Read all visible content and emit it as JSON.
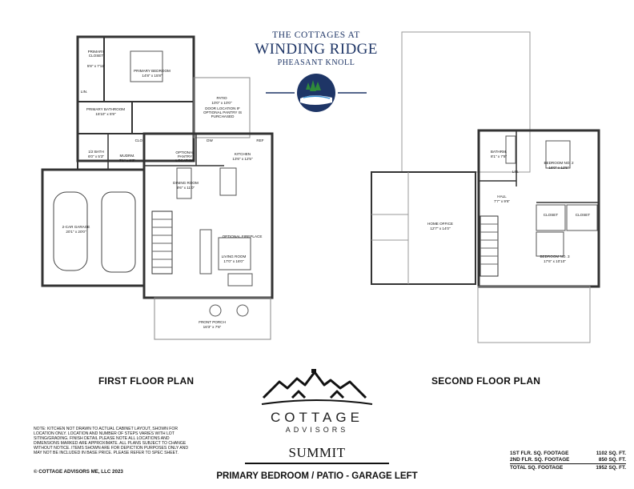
{
  "header": {
    "line1": "THE COTTAGES AT",
    "line2": "WINDING RIDGE",
    "line3": "PHEASANT KNOLL",
    "color": "#1e3566"
  },
  "first_floor": {
    "title": "FIRST FLOOR PLAN",
    "rooms": {
      "primary_closet": "PRIMARY CLOSET",
      "primary_closet_dim": "5'8\" x 7'11\"",
      "primary_bedroom": "PRIMARY BEDROOM",
      "primary_bedroom_dim": "14'8\" x 15'8\"",
      "primary_bathroom": "PRIMARY BATHROOM",
      "primary_bathroom_dim": "15'10\" x 5'9\"",
      "linen": "LIN.",
      "patio": "PATIO",
      "patio_dim": "10'0\" x 10'0\"",
      "patio_note": "DOOR LOCATION IF OPTIONAL PANTRY IS PURCHASED",
      "half_bath": "1/2 BATH",
      "half_bath_dim": "6'0\" x 5'3\"",
      "clo": "CLO.",
      "mudrm": "MUDRM.",
      "mudrm_dim": "7'1\" x 6'3\"",
      "kitchen": "KITCHEN",
      "kitchen_dim": "13'6\" x 12'5\"",
      "optional_pantry": "OPTIONAL PANTRY LOCATION",
      "dining_room": "DINING ROOM",
      "dining_room_dim": "9'6\" x 11'0\"",
      "garage": "2-CAR GARAGE",
      "garage_dim": "20'1\" x 20'0\"",
      "optional_fireplace": "OPTIONAL FIREPLACE",
      "living_room": "LIVING ROOM",
      "living_room_dim": "17'0\" x 16'0\"",
      "front_porch": "FRONT PORCH",
      "front_porch_dim": "16'3\" x 7'6\"",
      "dw": "DW",
      "ref": "REF"
    }
  },
  "second_floor": {
    "title": "SECOND FLOOR PLAN",
    "rooms": {
      "bathrm": "BATHRM.",
      "bathrm_dim": "8'1\" x 7'8\"",
      "bedroom2": "BEDROOM NO. 2",
      "bedroom2_dim": "16'0\" x 12'5\"",
      "lin": "LIN.",
      "hall": "HALL",
      "hall_dim": "7'7\" x 9'6\"",
      "home_office": "HOME OFFICE",
      "home_office_dim": "12'7\" x 14'0\"",
      "closet_a": "CLOSET",
      "closet_b": "CLOSET",
      "bedroom3": "BEDROOM NO. 3",
      "bedroom3_dim": "17'6\" x 10'10\""
    }
  },
  "brand": {
    "name": "COTTAGE",
    "sub": "ADVISORS",
    "model": "SUMMIT"
  },
  "subtitle": "PRIMARY BEDROOM / PATIO - GARAGE LEFT",
  "notes": "NOTE: KITCHEN NOT DRAWN TO ACTUAL CABINET LAYOUT, SHOWN FOR LOCATION ONLY. LOCATION AND NUMBER OF STEPS VARIES WITH LOT SITING/GRADING. FINISH DETAIL PLEASE NOTE ALL LOCATIONS AND DIMENSIONS MARKED ARE APPROXIMATE. ALL PLANS SUBJECT TO CHANGE WITHOUT NOTICE. ITEMS SHOWN ARE FOR DEPICTION PURPOSES ONLY AND MAY NOT BE INCLUDED IN BASE PRICE. PLEASE REFER TO SPEC SHEET.",
  "copyright": "© COTTAGE ADVISORS ME, LLC 2023",
  "sqft": {
    "first_label": "1ST FLR. SQ. FOOTAGE",
    "first_value": "1102 SQ. FT.",
    "second_label": "2ND FLR. SQ. FOOTAGE",
    "second_value": "850 SQ. FT.",
    "total_label": "TOTAL SQ. FOOTAGE",
    "total_value": "1952 SQ. FT."
  }
}
